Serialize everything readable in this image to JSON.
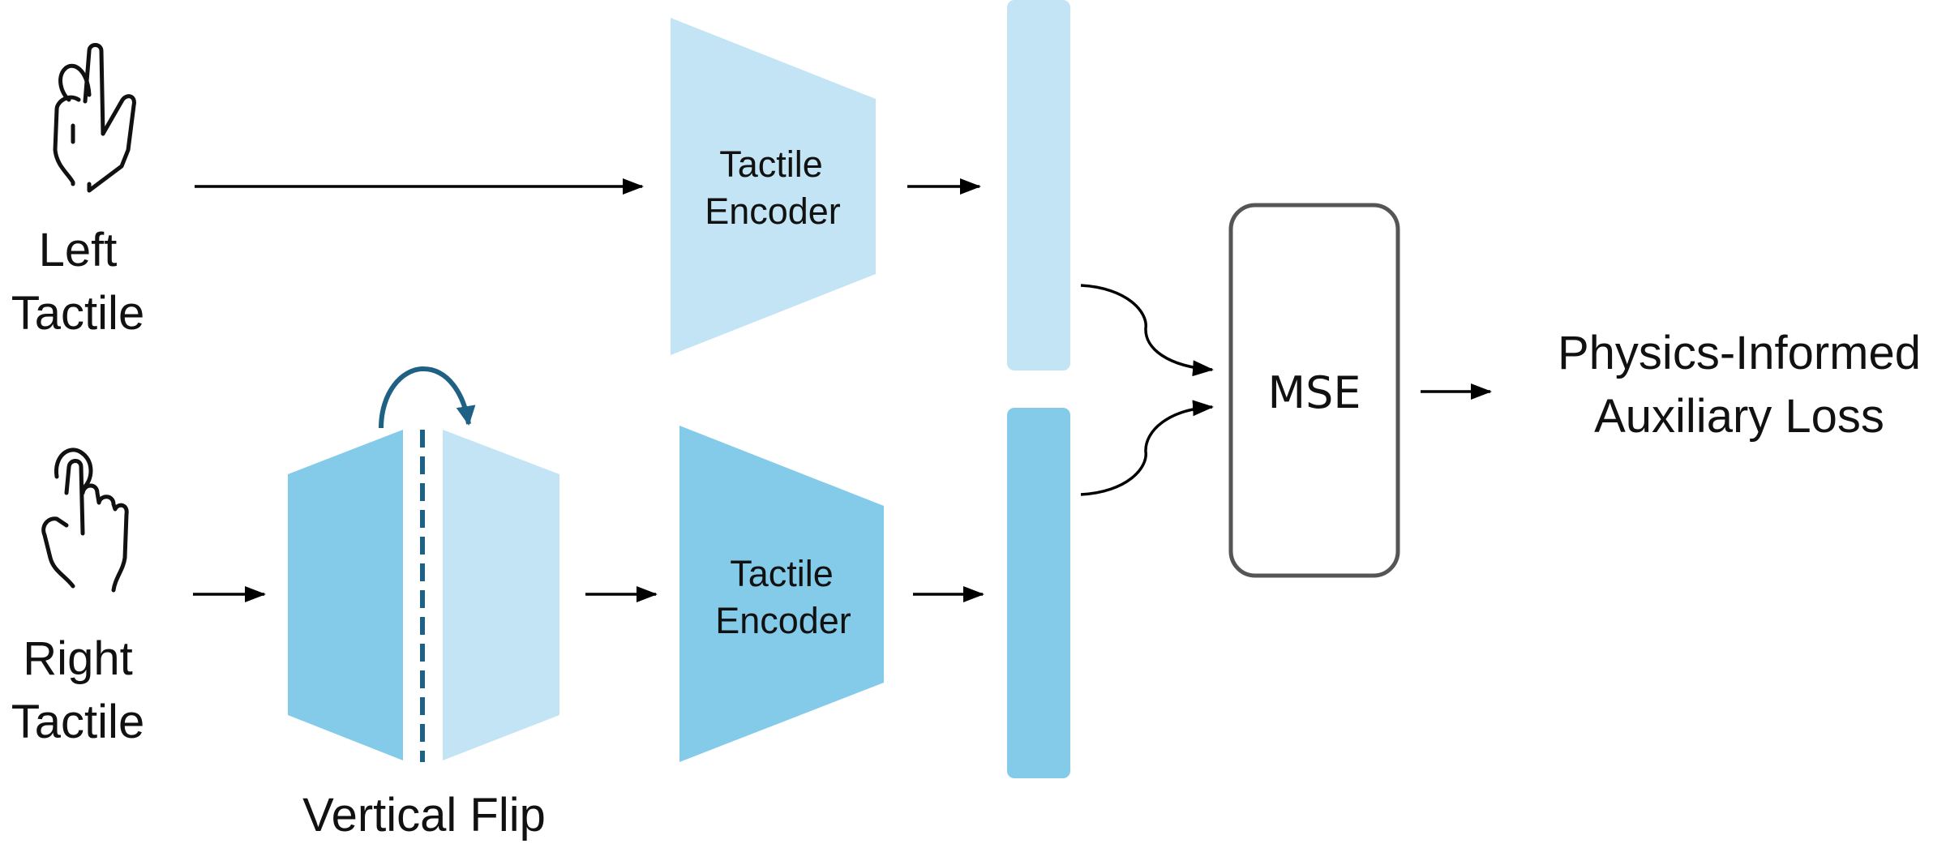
{
  "inputs": {
    "left": {
      "line1": "Left",
      "line2": "Tactile",
      "icon": "hand-pointing-icon"
    },
    "right": {
      "line1": "Right",
      "line2": "Tactile",
      "icon": "hand-pointing-icon"
    }
  },
  "flip": {
    "label": "Vertical Flip",
    "icon": "rotate-arrow-icon"
  },
  "encoders": {
    "top": {
      "line1": "Tactile",
      "line2": "Encoder"
    },
    "bottom": {
      "line1": "Tactile",
      "line2": "Encoder"
    }
  },
  "mse": {
    "label": "MSE"
  },
  "output": {
    "line1": "Physics-Informed",
    "line2": "Auxiliary Loss"
  },
  "colors": {
    "light_blue": "#c2e4f4",
    "mid_blue": "#84cbea",
    "dark_blue": "#1f6185",
    "mse_border": "#555555"
  }
}
